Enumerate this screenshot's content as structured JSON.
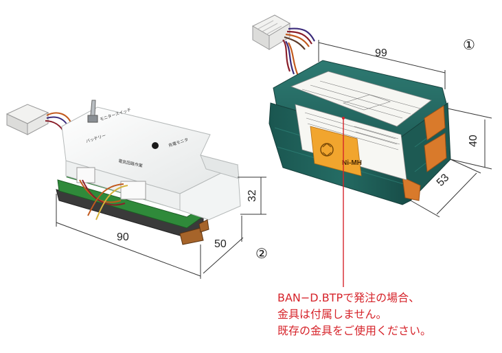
{
  "dimensions": {
    "battery_length": "99",
    "battery_height": "40",
    "battery_depth": "53",
    "unit_length": "90",
    "unit_height": "32",
    "unit_depth": "50"
  },
  "markers": {
    "battery": "①",
    "unit": "②"
  },
  "battery_label": {
    "chemistry": "Ni-MH"
  },
  "unit_labels": {
    "switch": "モニタースイッチ",
    "battery": "バッテリー",
    "lamp": "充電モニタ",
    "board": "電気回路作業"
  },
  "note": {
    "lines": [
      "BAN−D.BTPで発注の場合、",
      "金具は付属しません。",
      "既存の金具をご使用ください。"
    ],
    "color": "#d6232a"
  }
}
